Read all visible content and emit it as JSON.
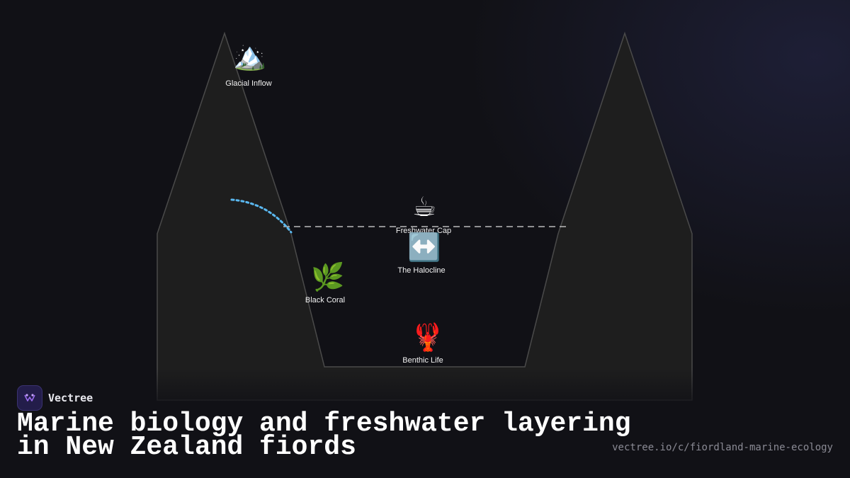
{
  "diagram": {
    "nodes": [
      {
        "id": "glacial",
        "label": "Glacial Inflow",
        "icon": "🏔️",
        "icon_name": "mountain-icon"
      },
      {
        "id": "freshwater",
        "label": "Freshwater Cap",
        "icon": "☕",
        "icon_name": "hot-beverage-icon"
      },
      {
        "id": "halocline",
        "label": "The Halocline",
        "icon": "↔️",
        "icon_name": "left-right-arrow-icon"
      },
      {
        "id": "coral",
        "label": "Black Coral",
        "icon": "🌿",
        "icon_name": "herb-icon"
      },
      {
        "id": "benthic",
        "label": "Benthic Life",
        "icon": "🦞",
        "icon_name": "lobster-icon"
      }
    ],
    "colors": {
      "terrain_fill": "#1e1e1e",
      "terrain_stroke": "#4a4a4a",
      "flow_line": "#5ab8f0",
      "water_line": "#bbbbbb"
    }
  },
  "brand": {
    "name": "Vectree"
  },
  "title": "Marine biology and freshwater layering in New Zealand fiords",
  "url": "vectree.io/c/fiordland-marine-ecology"
}
